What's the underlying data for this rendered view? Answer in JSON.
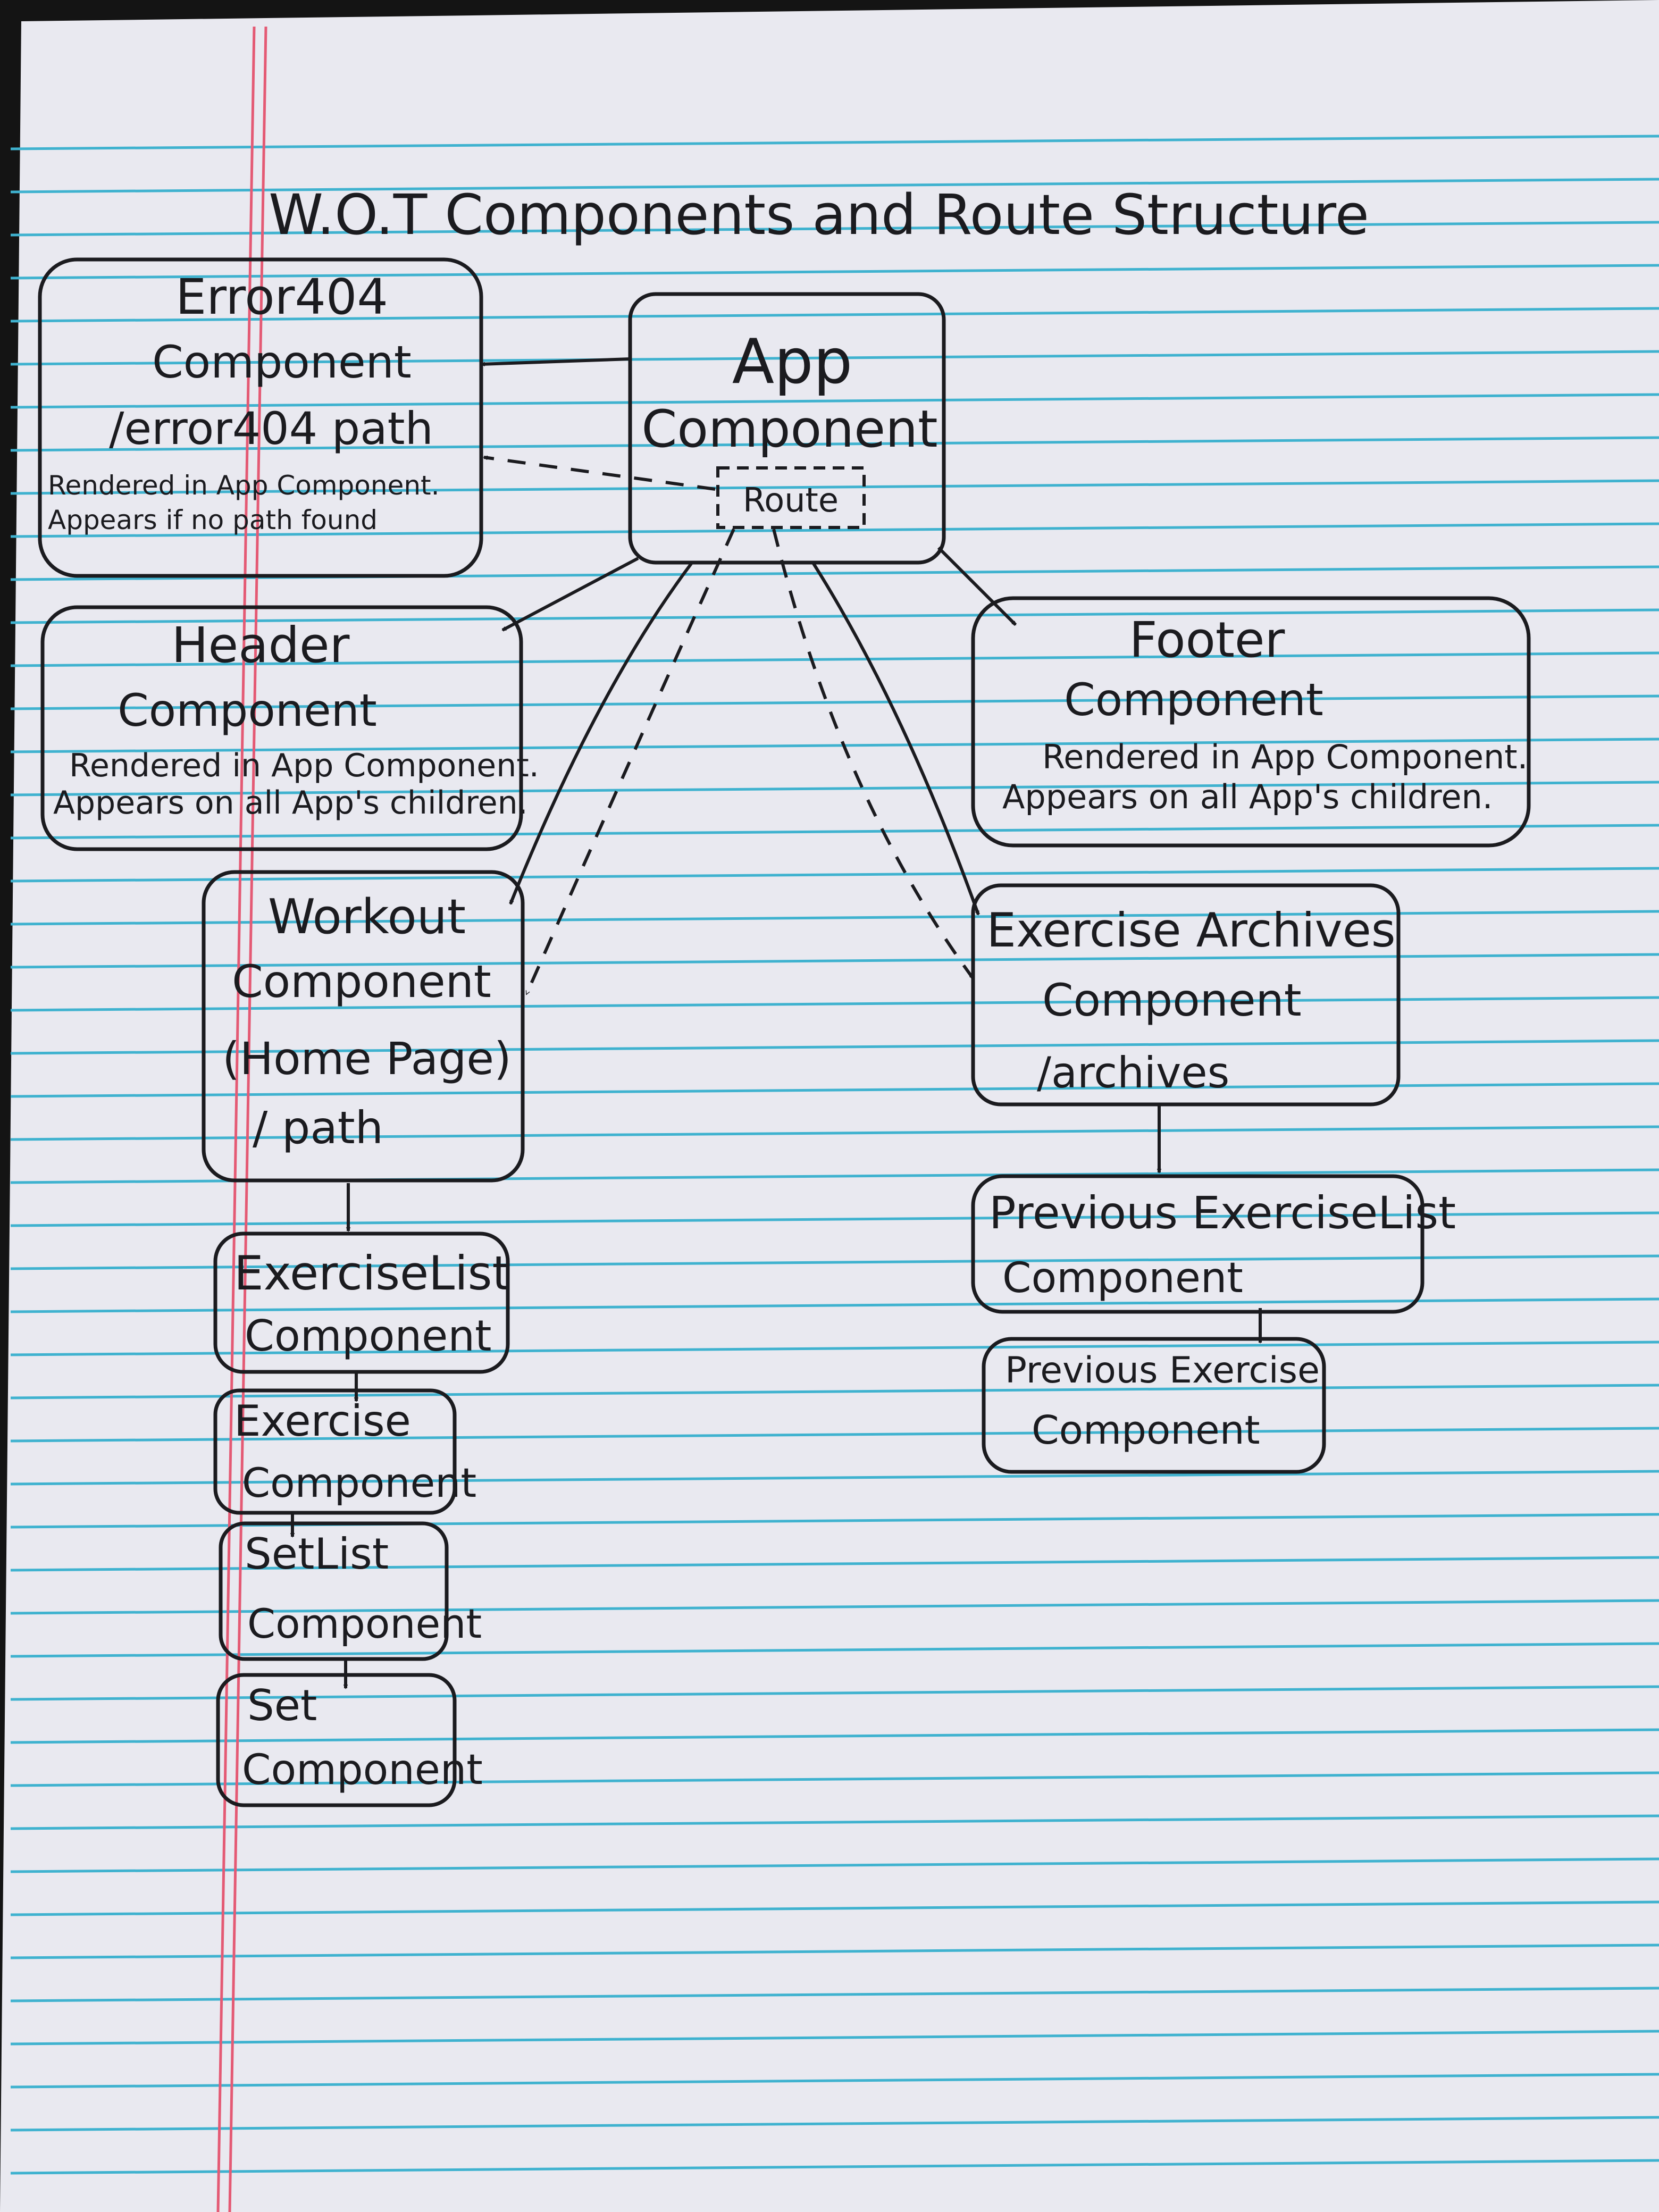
{
  "title": "W.O.T Components and Route Structure",
  "nodes": {
    "error404": [
      "Error404",
      "Component",
      "/error404 path",
      "Rendered in App Component.",
      "Appears if no path found"
    ],
    "app": [
      "App",
      "Component"
    ],
    "route": "Route",
    "header": [
      "Header",
      "Component",
      "Rendered in App Component.",
      "Appears on all App's children."
    ],
    "footer": [
      "Footer",
      "Component",
      "Rendered in App Component.",
      "Appears on all App's children."
    ],
    "workout": [
      "Workout",
      "Component",
      "(Home Page)",
      "/ path"
    ],
    "archives": [
      "Exercise Archives",
      "Component",
      "/archives"
    ],
    "exercise_list": [
      "ExerciseList",
      "Component"
    ],
    "previous_exercise_list": [
      "Previous ExerciseList",
      "Component"
    ],
    "previous_exercise": [
      "Previous Exercise",
      "Component"
    ],
    "exercise": [
      "Exercise",
      "Component"
    ],
    "set_list": [
      "SetList",
      "Component"
    ],
    "set": [
      "Set",
      "Component"
    ]
  },
  "colors": {
    "paper": "#e9e9f0",
    "ink": "#1b1b1f",
    "rule": "#3fb2cf",
    "margin": "#e45a74",
    "background": "#141414"
  }
}
